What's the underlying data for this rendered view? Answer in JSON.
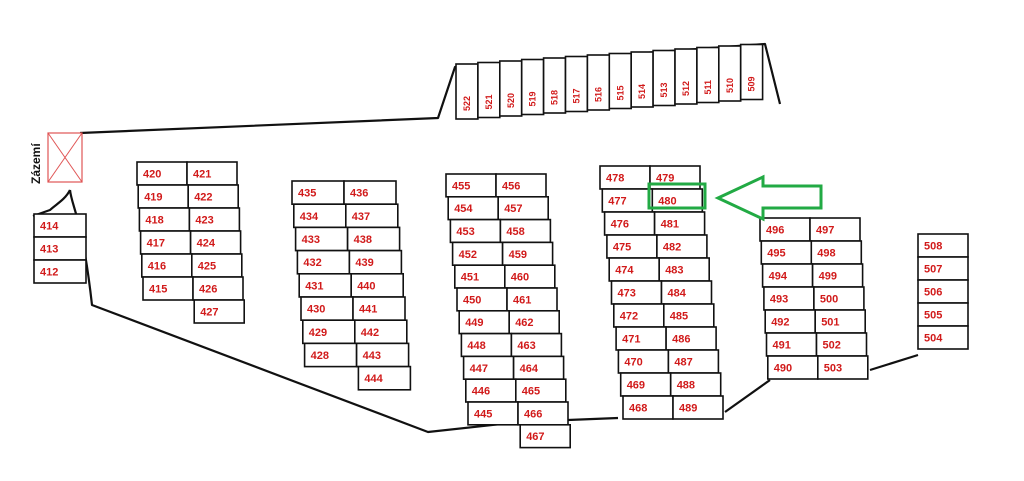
{
  "facility": {
    "label": "Zázemí"
  },
  "colors": {
    "slot_text": "#d11a1a",
    "outline": "#111111",
    "highlight": "#22aa44",
    "facility": "#e05555"
  },
  "highlight": {
    "slot": "480",
    "arrow_icon": "arrow-left-icon"
  },
  "rows": [
    {
      "id": "row-522-509",
      "slots": [
        "522",
        "521",
        "520",
        "519",
        "518",
        "517",
        "516",
        "515",
        "514",
        "513",
        "512",
        "511",
        "510",
        "509"
      ]
    },
    {
      "id": "block-412-414",
      "slots": [
        "414",
        "413",
        "412"
      ]
    },
    {
      "id": "block-415-427",
      "slots": [
        "420",
        "421",
        "419",
        "422",
        "418",
        "423",
        "417",
        "424",
        "416",
        "425",
        "415",
        "426",
        "427"
      ]
    },
    {
      "id": "block-428-444",
      "slots": [
        "435",
        "436",
        "434",
        "437",
        "433",
        "438",
        "432",
        "439",
        "431",
        "440",
        "430",
        "441",
        "429",
        "442",
        "428",
        "443",
        "444"
      ]
    },
    {
      "id": "block-445-467",
      "slots": [
        "455",
        "456",
        "454",
        "457",
        "453",
        "458",
        "452",
        "459",
        "451",
        "460",
        "450",
        "461",
        "449",
        "462",
        "448",
        "463",
        "447",
        "464",
        "446",
        "465",
        "445",
        "466",
        "467"
      ]
    },
    {
      "id": "block-468-489",
      "slots": [
        "478",
        "479",
        "477",
        "480",
        "476",
        "481",
        "475",
        "482",
        "474",
        "483",
        "473",
        "484",
        "472",
        "485",
        "471",
        "486",
        "470",
        "487",
        "469",
        "488",
        "468",
        "489"
      ]
    },
    {
      "id": "block-490-503",
      "slots": [
        "496",
        "497",
        "495",
        "498",
        "494",
        "499",
        "493",
        "500",
        "492",
        "501",
        "491",
        "502",
        "490",
        "503"
      ]
    },
    {
      "id": "block-504-508",
      "slots": [
        "508",
        "507",
        "506",
        "505",
        "504"
      ]
    }
  ]
}
